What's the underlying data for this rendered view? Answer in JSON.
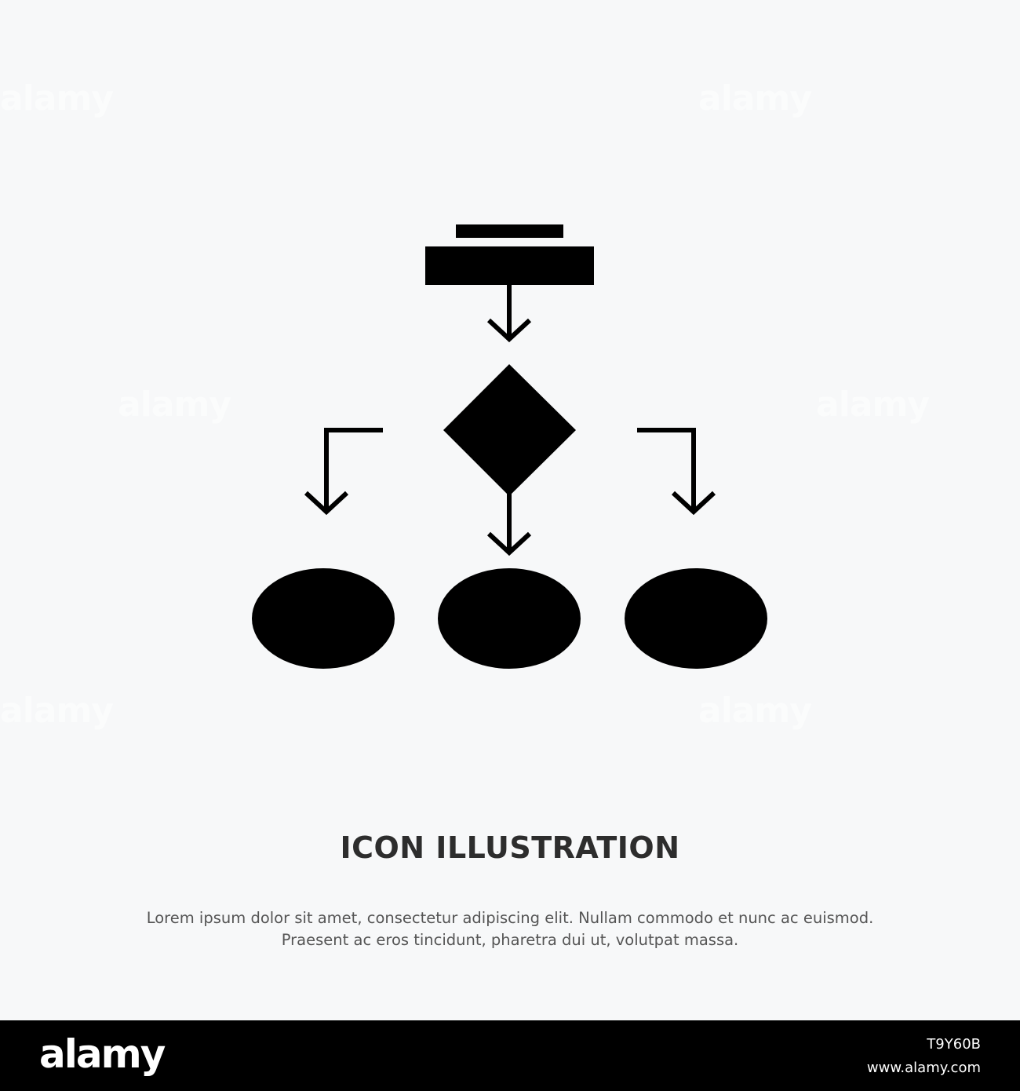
{
  "headline": "ICON ILLUSTRATION",
  "body_text": {
    "line1": "Lorem ipsum dolor sit amet, consectetur adipiscing elit. Nullam commodo et nunc ac euismod.",
    "line2": "Praesent ac eros tincidunt, pharetra dui ut, volutpat massa."
  },
  "watermark_text": "alamy",
  "footer": {
    "logo": "alamy",
    "image_id": "T9Y60B",
    "url": "www.alamy.com"
  },
  "colors": {
    "background": "#f7f8f9",
    "icon_fill": "#000000",
    "headline": "#2d2d2d",
    "body_text": "#555555",
    "footer_bg": "#000000",
    "footer_text": "#ffffff"
  },
  "icon": {
    "name": "flowchart-icon"
  }
}
